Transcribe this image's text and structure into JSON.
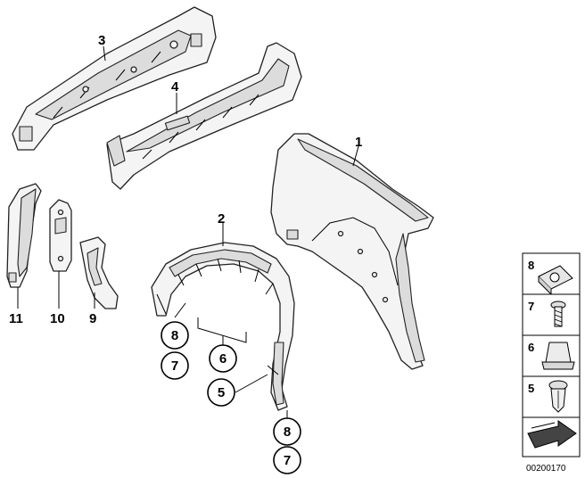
{
  "callouts": {
    "p1": "1",
    "p2": "2",
    "p3": "3",
    "p4": "4",
    "p5": "5",
    "p6": "6",
    "p7a": "7",
    "p7b": "7",
    "p8a": "8",
    "p8b": "8",
    "p9": "9",
    "p10": "10",
    "p11": "11"
  },
  "legend": {
    "items": [
      {
        "number": "8",
        "icon": "clip-nut-icon"
      },
      {
        "number": "7",
        "icon": "screw-icon"
      },
      {
        "number": "6",
        "icon": "expanding-nut-icon"
      },
      {
        "number": "5",
        "icon": "expanding-rivet-icon"
      }
    ],
    "footer_icon": "arrow-icon"
  },
  "diagram_number": "00200170"
}
